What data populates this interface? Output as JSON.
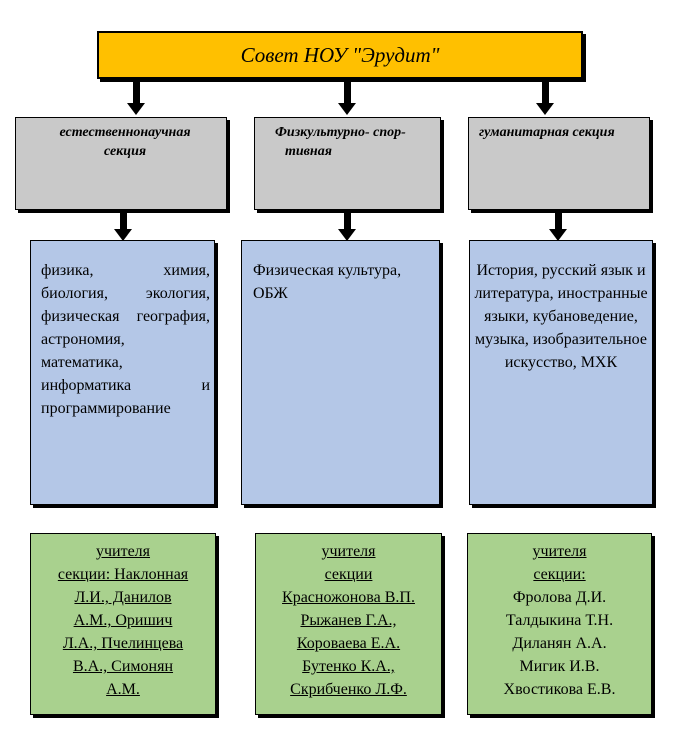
{
  "council": {
    "title": "Совет НОУ \"Эрудит\""
  },
  "sections": [
    {
      "label_lines": [
        "естественнонаучная",
        "секция"
      ]
    },
    {
      "label_lines": [
        "Физкультурно- спор-",
        "тивная"
      ]
    },
    {
      "label_lines": [
        "гуманитарная секция"
      ]
    }
  ],
  "subjects": [
    {
      "text": "физика, химия, биология, экология, физическая география, астрономия, математика, информатика и программирование"
    },
    {
      "text": "Физическая культура, ОБЖ"
    },
    {
      "text": "История, русский язык и литература, иностранные языки, кубановедение, музыка, изобразительное искусство, МХК"
    }
  ],
  "teachers": [
    {
      "lines": [
        "учителя",
        "секции: Наклонная",
        "Л.И., Данилов",
        "А.М., Оришич",
        "Л.А., Пчелинцева",
        "В.А., Симонян",
        "А.М."
      ]
    },
    {
      "lines": [
        "учителя",
        "секции",
        "Красножонова В.П.",
        "Рыжанев Г.А.,",
        "Короваева Е.А.",
        "Бутенко К.А.,",
        "Скрибченко Л.Ф."
      ]
    },
    {
      "lines": [
        "учителя",
        "секции:",
        "Фролова Д.И.",
        "Талдыкина Т.Н.",
        "Диланян А.А.",
        "Мигик И.В.",
        "Хвостикова Е.В."
      ]
    }
  ],
  "colors": {
    "council": "#FFC000",
    "section": "#C9C9C9",
    "subjects": "#B4C7E7",
    "teachers": "#A9D18E",
    "border": "#000000"
  }
}
